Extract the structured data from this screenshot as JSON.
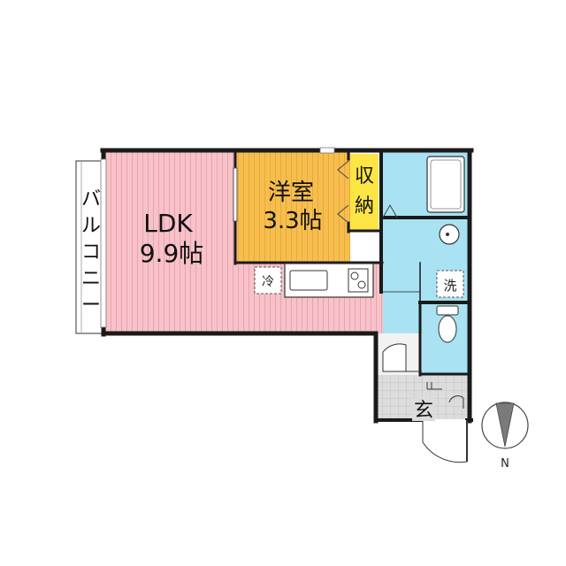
{
  "rooms": {
    "ldk": {
      "name": "LDK",
      "size": "9.9帖",
      "color": "#f7c2ca"
    },
    "western": {
      "name": "洋室",
      "size": "3.3帖",
      "color": "#f7be4e"
    },
    "storage": {
      "line1": "収",
      "line2": "納",
      "color": "#fde545"
    },
    "balcony": {
      "chars": [
        "バ",
        "ル",
        "コ",
        "ニ",
        "ー"
      ]
    },
    "entrance": {
      "name": "玄"
    },
    "wet_area": {
      "color": "#a9e2f2"
    }
  },
  "fixtures": {
    "fridge": "冷",
    "washer": "洗"
  },
  "compass": {
    "label": "N"
  },
  "colors": {
    "wall": "#1a1a1a",
    "entrance_floor": "#dcdcdc"
  }
}
